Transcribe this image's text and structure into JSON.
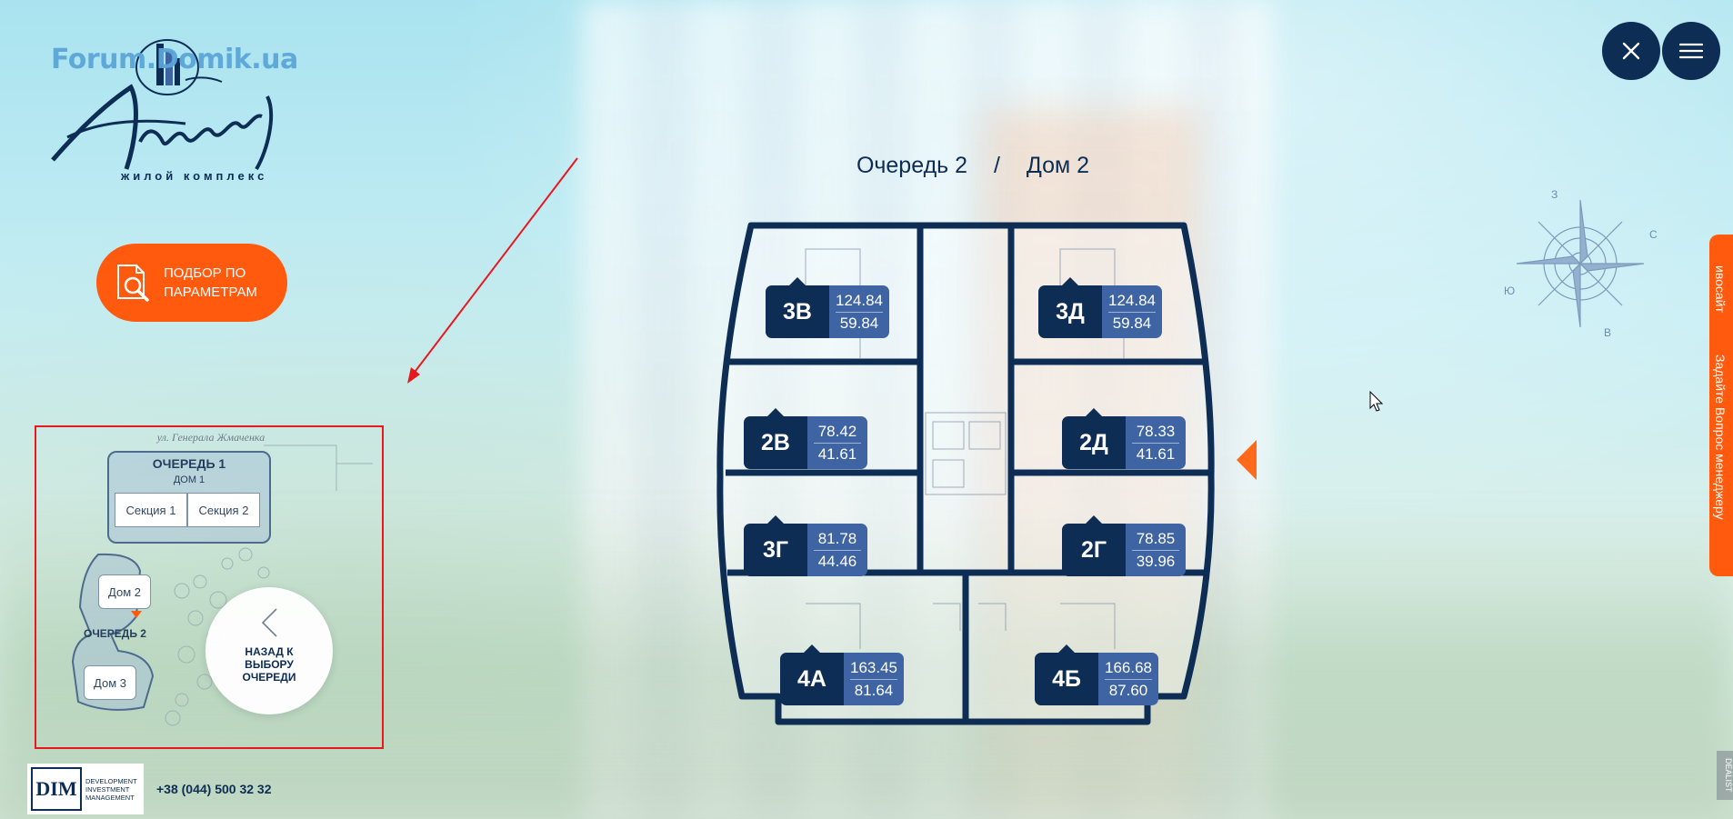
{
  "watermark": "Forum.Domik.ua",
  "logo": {
    "subtitle": "жилой комплекс"
  },
  "header": {
    "close_icon": "close-icon",
    "menu_icon": "menu-icon"
  },
  "params_button": {
    "line1": "ПОДБОР ПО",
    "line2": "ПАРАМЕТРАМ"
  },
  "breadcrumb": {
    "queue": "Очередь 2",
    "separator": "/",
    "house": "Дом 2"
  },
  "minimap": {
    "street": "ул. Генерала Жмаченка",
    "queue1_title": "ОЧЕРЕДЬ 1",
    "queue1_house": "ДОМ 1",
    "sections": [
      "Секция 1",
      "Секция 2"
    ],
    "queue2_title": "ОЧЕРЕДЬ 2",
    "house2": "Дом 2",
    "house3": "Дом 3",
    "back_label": "НАЗАД К ВЫБОРУ ОЧЕРЕДИ"
  },
  "apartments": [
    {
      "id": "3В",
      "total": "124.84",
      "living": "59.84"
    },
    {
      "id": "3Д",
      "total": "124.84",
      "living": "59.84"
    },
    {
      "id": "2В",
      "total": "78.42",
      "living": "41.61"
    },
    {
      "id": "2Д",
      "total": "78.33",
      "living": "41.61"
    },
    {
      "id": "3Г",
      "total": "81.78",
      "living": "44.46"
    },
    {
      "id": "2Г",
      "total": "78.85",
      "living": "39.96"
    },
    {
      "id": "4А",
      "total": "163.45",
      "living": "81.64"
    },
    {
      "id": "4Б",
      "total": "166.68",
      "living": "87.60"
    }
  ],
  "compass": {
    "n": "З",
    "e": "С",
    "s": "В",
    "w": "Ю"
  },
  "side_tab": {
    "text1": "ивосайт",
    "text2": "Задайте Вопрос менеджеру"
  },
  "footer": {
    "dim_mark": "DIM",
    "dim_lines": [
      "DEVELOPMENT",
      "INVESTMENT",
      "MANAGEMENT"
    ],
    "phone": "+38 (044) 500 32 32"
  },
  "corner_tag": "DEALIST",
  "colors": {
    "navy": "#0d2d55",
    "orange": "#ff5a0d",
    "area_blue": "#3f64a3",
    "annotation_red": "#e8181f"
  }
}
